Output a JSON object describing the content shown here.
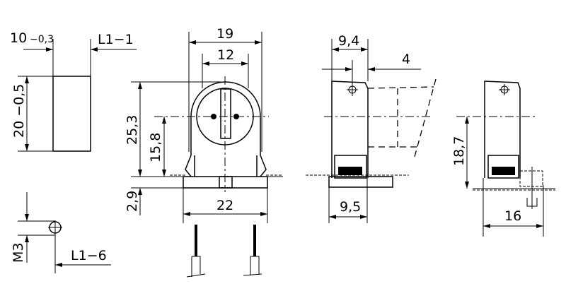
{
  "dimensions": {
    "width_10": "10",
    "tol_03": "−0,3",
    "ref_l1_1": "L1−1",
    "height_20": "20 −0,5",
    "m3": "M3",
    "ref_l1_6": "L1−6",
    "width_19": "19",
    "width_12": "12",
    "height_25_3": "25,3",
    "height_15_8": "15,8",
    "height_2_9": "2,9",
    "width_22": "22",
    "width_9_4": "9,4",
    "offset_4": "4",
    "width_9_5": "9,5",
    "height_18_7": "18,7",
    "width_16": "16"
  }
}
